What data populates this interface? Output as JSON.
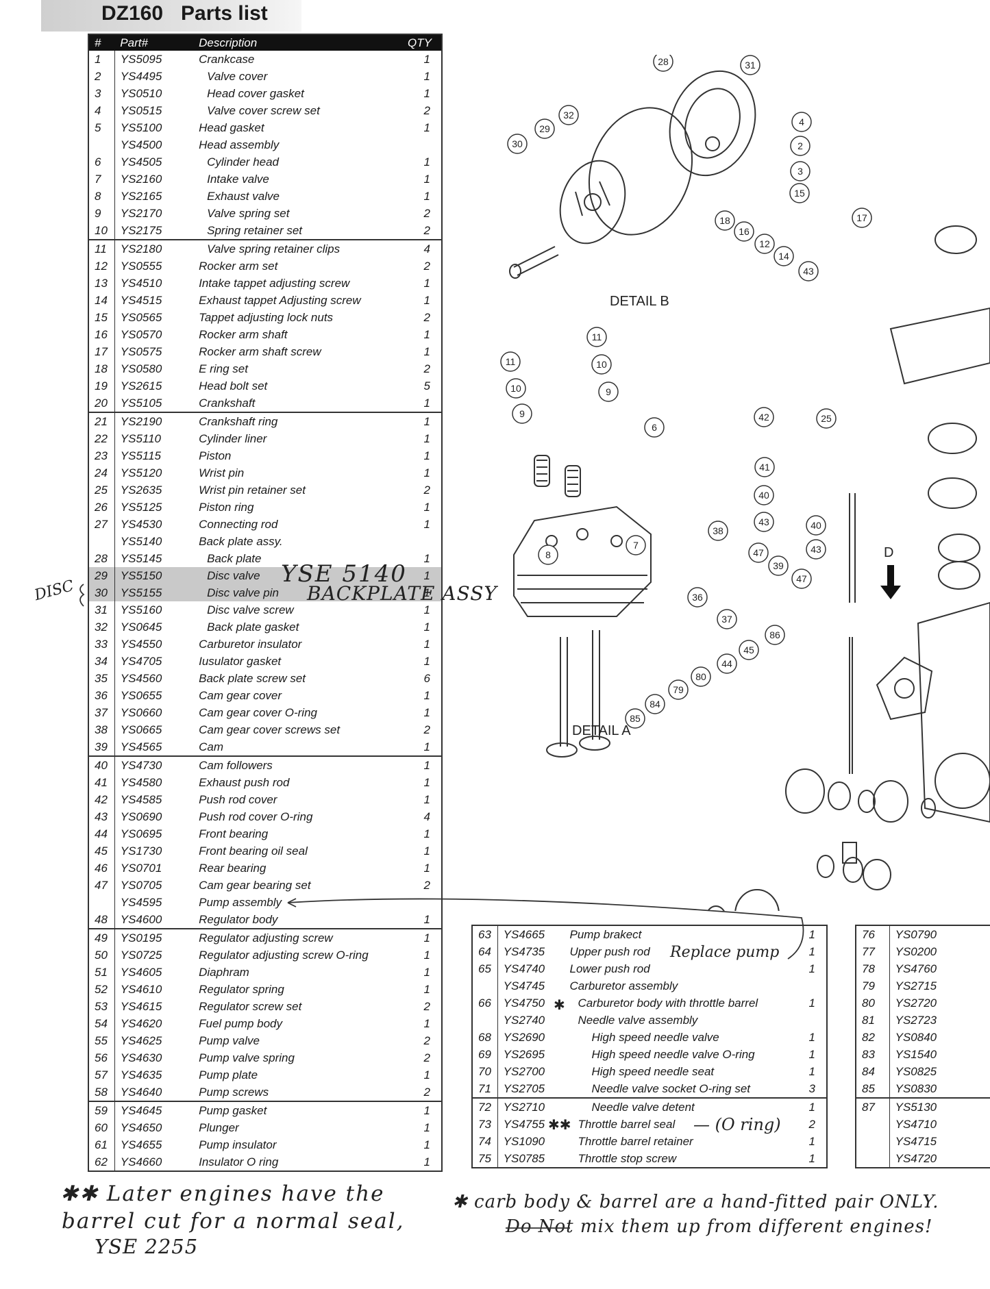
{
  "title": {
    "model": "DZ160",
    "text": "Parts list"
  },
  "main_table": {
    "headers": {
      "num": "#",
      "part": "Part#",
      "desc": "Description",
      "qty": "QTY"
    },
    "rows": [
      {
        "n": "1",
        "p": "YS5095",
        "d": "Crankcase",
        "q": "1",
        "i": 0
      },
      {
        "n": "2",
        "p": "YS4495",
        "d": "Valve cover",
        "q": "1",
        "i": 1
      },
      {
        "n": "3",
        "p": "YS0510",
        "d": "Head cover gasket",
        "q": "1",
        "i": 1
      },
      {
        "n": "4",
        "p": "YS0515",
        "d": "Valve cover screw set",
        "q": "2",
        "i": 1
      },
      {
        "n": "5",
        "p": "YS5100",
        "d": "Head gasket",
        "q": "1",
        "i": 0
      },
      {
        "n": "",
        "p": "YS4500",
        "d": "Head assembly",
        "q": "",
        "i": 0
      },
      {
        "n": "6",
        "p": "YS4505",
        "d": "Cylinder head",
        "q": "1",
        "i": 1
      },
      {
        "n": "7",
        "p": "YS2160",
        "d": "Intake valve",
        "q": "1",
        "i": 1
      },
      {
        "n": "8",
        "p": "YS2165",
        "d": "Exhaust valve",
        "q": "1",
        "i": 1
      },
      {
        "n": "9",
        "p": "YS2170",
        "d": "Valve spring set",
        "q": "2",
        "i": 1
      },
      {
        "n": "10",
        "p": "YS2175",
        "d": "Spring retainer set",
        "q": "2",
        "i": 1
      },
      {
        "n": "11",
        "p": "YS2180",
        "d": "Valve spring retainer clips",
        "q": "4",
        "i": 1,
        "sep": true
      },
      {
        "n": "12",
        "p": "YS0555",
        "d": "Rocker arm set",
        "q": "2",
        "i": 0
      },
      {
        "n": "13",
        "p": "YS4510",
        "d": "Intake tappet adjusting screw",
        "q": "1",
        "i": 0
      },
      {
        "n": "14",
        "p": "YS4515",
        "d": "Exhaust tappet Adjusting screw",
        "q": "1",
        "i": 0
      },
      {
        "n": "15",
        "p": "YS0565",
        "d": "Tappet adjusting lock nuts",
        "q": "2",
        "i": 0
      },
      {
        "n": "16",
        "p": "YS0570",
        "d": "Rocker arm shaft",
        "q": "1",
        "i": 0
      },
      {
        "n": "17",
        "p": "YS0575",
        "d": "Rocker arm shaft screw",
        "q": "1",
        "i": 0
      },
      {
        "n": "18",
        "p": "YS0580",
        "d": "E ring set",
        "q": "2",
        "i": 0
      },
      {
        "n": "19",
        "p": "YS2615",
        "d": "Head bolt set",
        "q": "5",
        "i": 0
      },
      {
        "n": "20",
        "p": "YS5105",
        "d": "Crankshaft",
        "q": "1",
        "i": 0
      },
      {
        "n": "21",
        "p": "YS2190",
        "d": "Crankshaft ring",
        "q": "1",
        "i": 0,
        "sep": true
      },
      {
        "n": "22",
        "p": "YS5110",
        "d": "Cylinder liner",
        "q": "1",
        "i": 0
      },
      {
        "n": "23",
        "p": "YS5115",
        "d": "Piston",
        "q": "1",
        "i": 0
      },
      {
        "n": "24",
        "p": "YS5120",
        "d": "Wrist pin",
        "q": "1",
        "i": 0
      },
      {
        "n": "25",
        "p": "YS2635",
        "d": "Wrist pin retainer set",
        "q": "2",
        "i": 0
      },
      {
        "n": "26",
        "p": "YS5125",
        "d": "Piston ring",
        "q": "1",
        "i": 0
      },
      {
        "n": "27",
        "p": "YS4530",
        "d": "Connecting rod",
        "q": "1",
        "i": 0
      },
      {
        "n": "",
        "p": "YS5140",
        "d": "Back plate assy.",
        "q": "",
        "i": 0
      },
      {
        "n": "28",
        "p": "YS5145",
        "d": "Back plate",
        "q": "1",
        "i": 1
      },
      {
        "n": "29",
        "p": "YS5150",
        "d": "Disc valve",
        "q": "1",
        "i": 1,
        "hl": true
      },
      {
        "n": "30",
        "p": "YS5155",
        "d": "Disc valve pin",
        "q": "1",
        "i": 1,
        "hl": true
      },
      {
        "n": "31",
        "p": "YS5160",
        "d": "Disc valve screw",
        "q": "1",
        "i": 1
      },
      {
        "n": "32",
        "p": "YS0645",
        "d": "Back plate gasket",
        "q": "1",
        "i": 1
      },
      {
        "n": "33",
        "p": "YS4550",
        "d": "Carburetor insulator",
        "q": "1",
        "i": 0
      },
      {
        "n": "34",
        "p": "YS4705",
        "d": "Iusulator gasket",
        "q": "1",
        "i": 0
      },
      {
        "n": "35",
        "p": "YS4560",
        "d": "Back plate screw set",
        "q": "6",
        "i": 0
      },
      {
        "n": "36",
        "p": "YS0655",
        "d": "Cam gear cover",
        "q": "1",
        "i": 0
      },
      {
        "n": "37",
        "p": "YS0660",
        "d": "Cam gear cover O-ring",
        "q": "1",
        "i": 0
      },
      {
        "n": "38",
        "p": "YS0665",
        "d": "Cam gear cover screws set",
        "q": "2",
        "i": 0
      },
      {
        "n": "39",
        "p": "YS4565",
        "d": "Cam",
        "q": "1",
        "i": 0
      },
      {
        "n": "40",
        "p": "YS4730",
        "d": "Cam followers",
        "q": "1",
        "i": 0,
        "sep": true
      },
      {
        "n": "41",
        "p": "YS4580",
        "d": "Exhaust push rod",
        "q": "1",
        "i": 0
      },
      {
        "n": "42",
        "p": "YS4585",
        "d": "Push rod cover",
        "q": "1",
        "i": 0
      },
      {
        "n": "43",
        "p": "YS0690",
        "d": "Push rod cover O-ring",
        "q": "4",
        "i": 0
      },
      {
        "n": "44",
        "p": "YS0695",
        "d": "Front bearing",
        "q": "1",
        "i": 0
      },
      {
        "n": "45",
        "p": "YS1730",
        "d": "Front bearing oil seal",
        "q": "1",
        "i": 0
      },
      {
        "n": "46",
        "p": "YS0701",
        "d": "Rear bearing",
        "q": "1",
        "i": 0
      },
      {
        "n": "47",
        "p": "YS0705",
        "d": "Cam gear bearing set",
        "q": "2",
        "i": 0
      },
      {
        "n": "",
        "p": "YS4595",
        "d": "Pump assembly",
        "q": "",
        "i": 0
      },
      {
        "n": "48",
        "p": "YS4600",
        "d": "Regulator body",
        "q": "1",
        "i": 0
      },
      {
        "n": "49",
        "p": "YS0195",
        "d": "Regulator adjusting screw",
        "q": "1",
        "i": 0,
        "sep": true
      },
      {
        "n": "50",
        "p": "YS0725",
        "d": "Regulator adjusting screw O-ring",
        "q": "1",
        "i": 0
      },
      {
        "n": "51",
        "p": "YS4605",
        "d": "Diaphram",
        "q": "1",
        "i": 0
      },
      {
        "n": "52",
        "p": "YS4610",
        "d": "Regulator spring",
        "q": "1",
        "i": 0
      },
      {
        "n": "53",
        "p": "YS4615",
        "d": "Regulator screw set",
        "q": "2",
        "i": 0
      },
      {
        "n": "54",
        "p": "YS4620",
        "d": "Fuel pump body",
        "q": "1",
        "i": 0
      },
      {
        "n": "55",
        "p": "YS4625",
        "d": "Pump valve",
        "q": "2",
        "i": 0
      },
      {
        "n": "56",
        "p": "YS4630",
        "d": "Pump valve spring",
        "q": "2",
        "i": 0
      },
      {
        "n": "57",
        "p": "YS4635",
        "d": "Pump plate",
        "q": "1",
        "i": 0
      },
      {
        "n": "58",
        "p": "YS4640",
        "d": "Pump screws",
        "q": "2",
        "i": 0
      },
      {
        "n": "59",
        "p": "YS4645",
        "d": "Pump gasket",
        "q": "1",
        "i": 0,
        "sep": true
      },
      {
        "n": "60",
        "p": "YS4650",
        "d": "Plunger",
        "q": "1",
        "i": 0
      },
      {
        "n": "61",
        "p": "YS4655",
        "d": "Pump insulator",
        "q": "1",
        "i": 0
      },
      {
        "n": "62",
        "p": "YS4660",
        "d": "Insulator O ring",
        "q": "1",
        "i": 0
      }
    ]
  },
  "mid_table": {
    "rows": [
      {
        "n": "63",
        "p": "YS4665",
        "d": "Pump brakect",
        "q": "1",
        "i": 0
      },
      {
        "n": "64",
        "p": "YS4735",
        "d": "Upper push rod",
        "q": "1",
        "i": 0
      },
      {
        "n": "65",
        "p": "YS4740",
        "d": "Lower push rod",
        "q": "1",
        "i": 0
      },
      {
        "n": "",
        "p": "YS4745",
        "d": "Carburetor assembly",
        "q": "",
        "i": 0
      },
      {
        "n": "66",
        "p": "YS4750",
        "d": "Carburetor body with throttle barrel",
        "q": "1",
        "i": 1
      },
      {
        "n": "",
        "p": "YS2740",
        "d": "Needle valve assembly",
        "q": "",
        "i": 1
      },
      {
        "n": "68",
        "p": "YS2690",
        "d": "High speed needle valve",
        "q": "1",
        "i": 2
      },
      {
        "n": "69",
        "p": "YS2695",
        "d": "High speed needle valve O-ring",
        "q": "1",
        "i": 2
      },
      {
        "n": "70",
        "p": "YS2700",
        "d": "High speed needle seat",
        "q": "1",
        "i": 2
      },
      {
        "n": "71",
        "p": "YS2705",
        "d": "Needle valve socket O-ring set",
        "q": "3",
        "i": 2
      },
      {
        "n": "72",
        "p": "YS2710",
        "d": "Needle valve detent",
        "q": "1",
        "i": 2,
        "sep": true
      },
      {
        "n": "73",
        "p": "YS4755",
        "d": "Throttle barrel seal",
        "q": "2",
        "i": 1
      },
      {
        "n": "74",
        "p": "YS1090",
        "d": "Throttle barrel retainer",
        "q": "1",
        "i": 1
      },
      {
        "n": "75",
        "p": "YS0785",
        "d": "Throttle stop screw",
        "q": "1",
        "i": 1
      }
    ]
  },
  "right_table": {
    "rows": [
      {
        "n": "76",
        "p": "YS0790"
      },
      {
        "n": "77",
        "p": "YS0200"
      },
      {
        "n": "78",
        "p": "YS4760"
      },
      {
        "n": "79",
        "p": "YS2715"
      },
      {
        "n": "80",
        "p": "YS2720"
      },
      {
        "n": "81",
        "p": "YS2723"
      },
      {
        "n": "82",
        "p": "YS0840"
      },
      {
        "n": "83",
        "p": "YS1540"
      },
      {
        "n": "84",
        "p": "YS0825"
      },
      {
        "n": "85",
        "p": "YS0830"
      },
      {
        "n": "87",
        "p": "YS5130",
        "sep": true
      },
      {
        "n": "",
        "p": "YS4710"
      },
      {
        "n": "",
        "p": "YS4715"
      },
      {
        "n": "",
        "p": "YS4720"
      }
    ]
  },
  "diagram": {
    "detail_b": "DETAIL B",
    "detail_a": "DETAIL A",
    "arrow_label": "D",
    "callouts": [
      "28",
      "31",
      "32",
      "29",
      "30",
      "4",
      "2",
      "3",
      "15",
      "17",
      "18",
      "16",
      "12",
      "14",
      "43",
      "11",
      "11",
      "10",
      "10",
      "9",
      "9",
      "6",
      "42",
      "25",
      "41",
      "40",
      "43",
      "40",
      "43",
      "8",
      "7",
      "38",
      "47",
      "39",
      "47",
      "36",
      "37",
      "86",
      "45",
      "44",
      "80",
      "79",
      "84",
      "85"
    ]
  },
  "handwriting": {
    "disc_side": "DISC",
    "backplate_1": "YSE 5140",
    "backplate_2": "BACKPLATE ASSY",
    "replace_pump": "Replace pump",
    "star_66": "✱",
    "star_73": "✱✱",
    "oring": "— (O ring)",
    "note_left_1": "✱✱ Later engines have the",
    "note_left_2": "barrel cut for a normal seal,",
    "note_left_3": "YSE 2255",
    "note_right_1": "✱ carb body & barrel are a hand-fitted pair ONLY.",
    "note_right_2": "Do Not mix them up from different engines!"
  }
}
